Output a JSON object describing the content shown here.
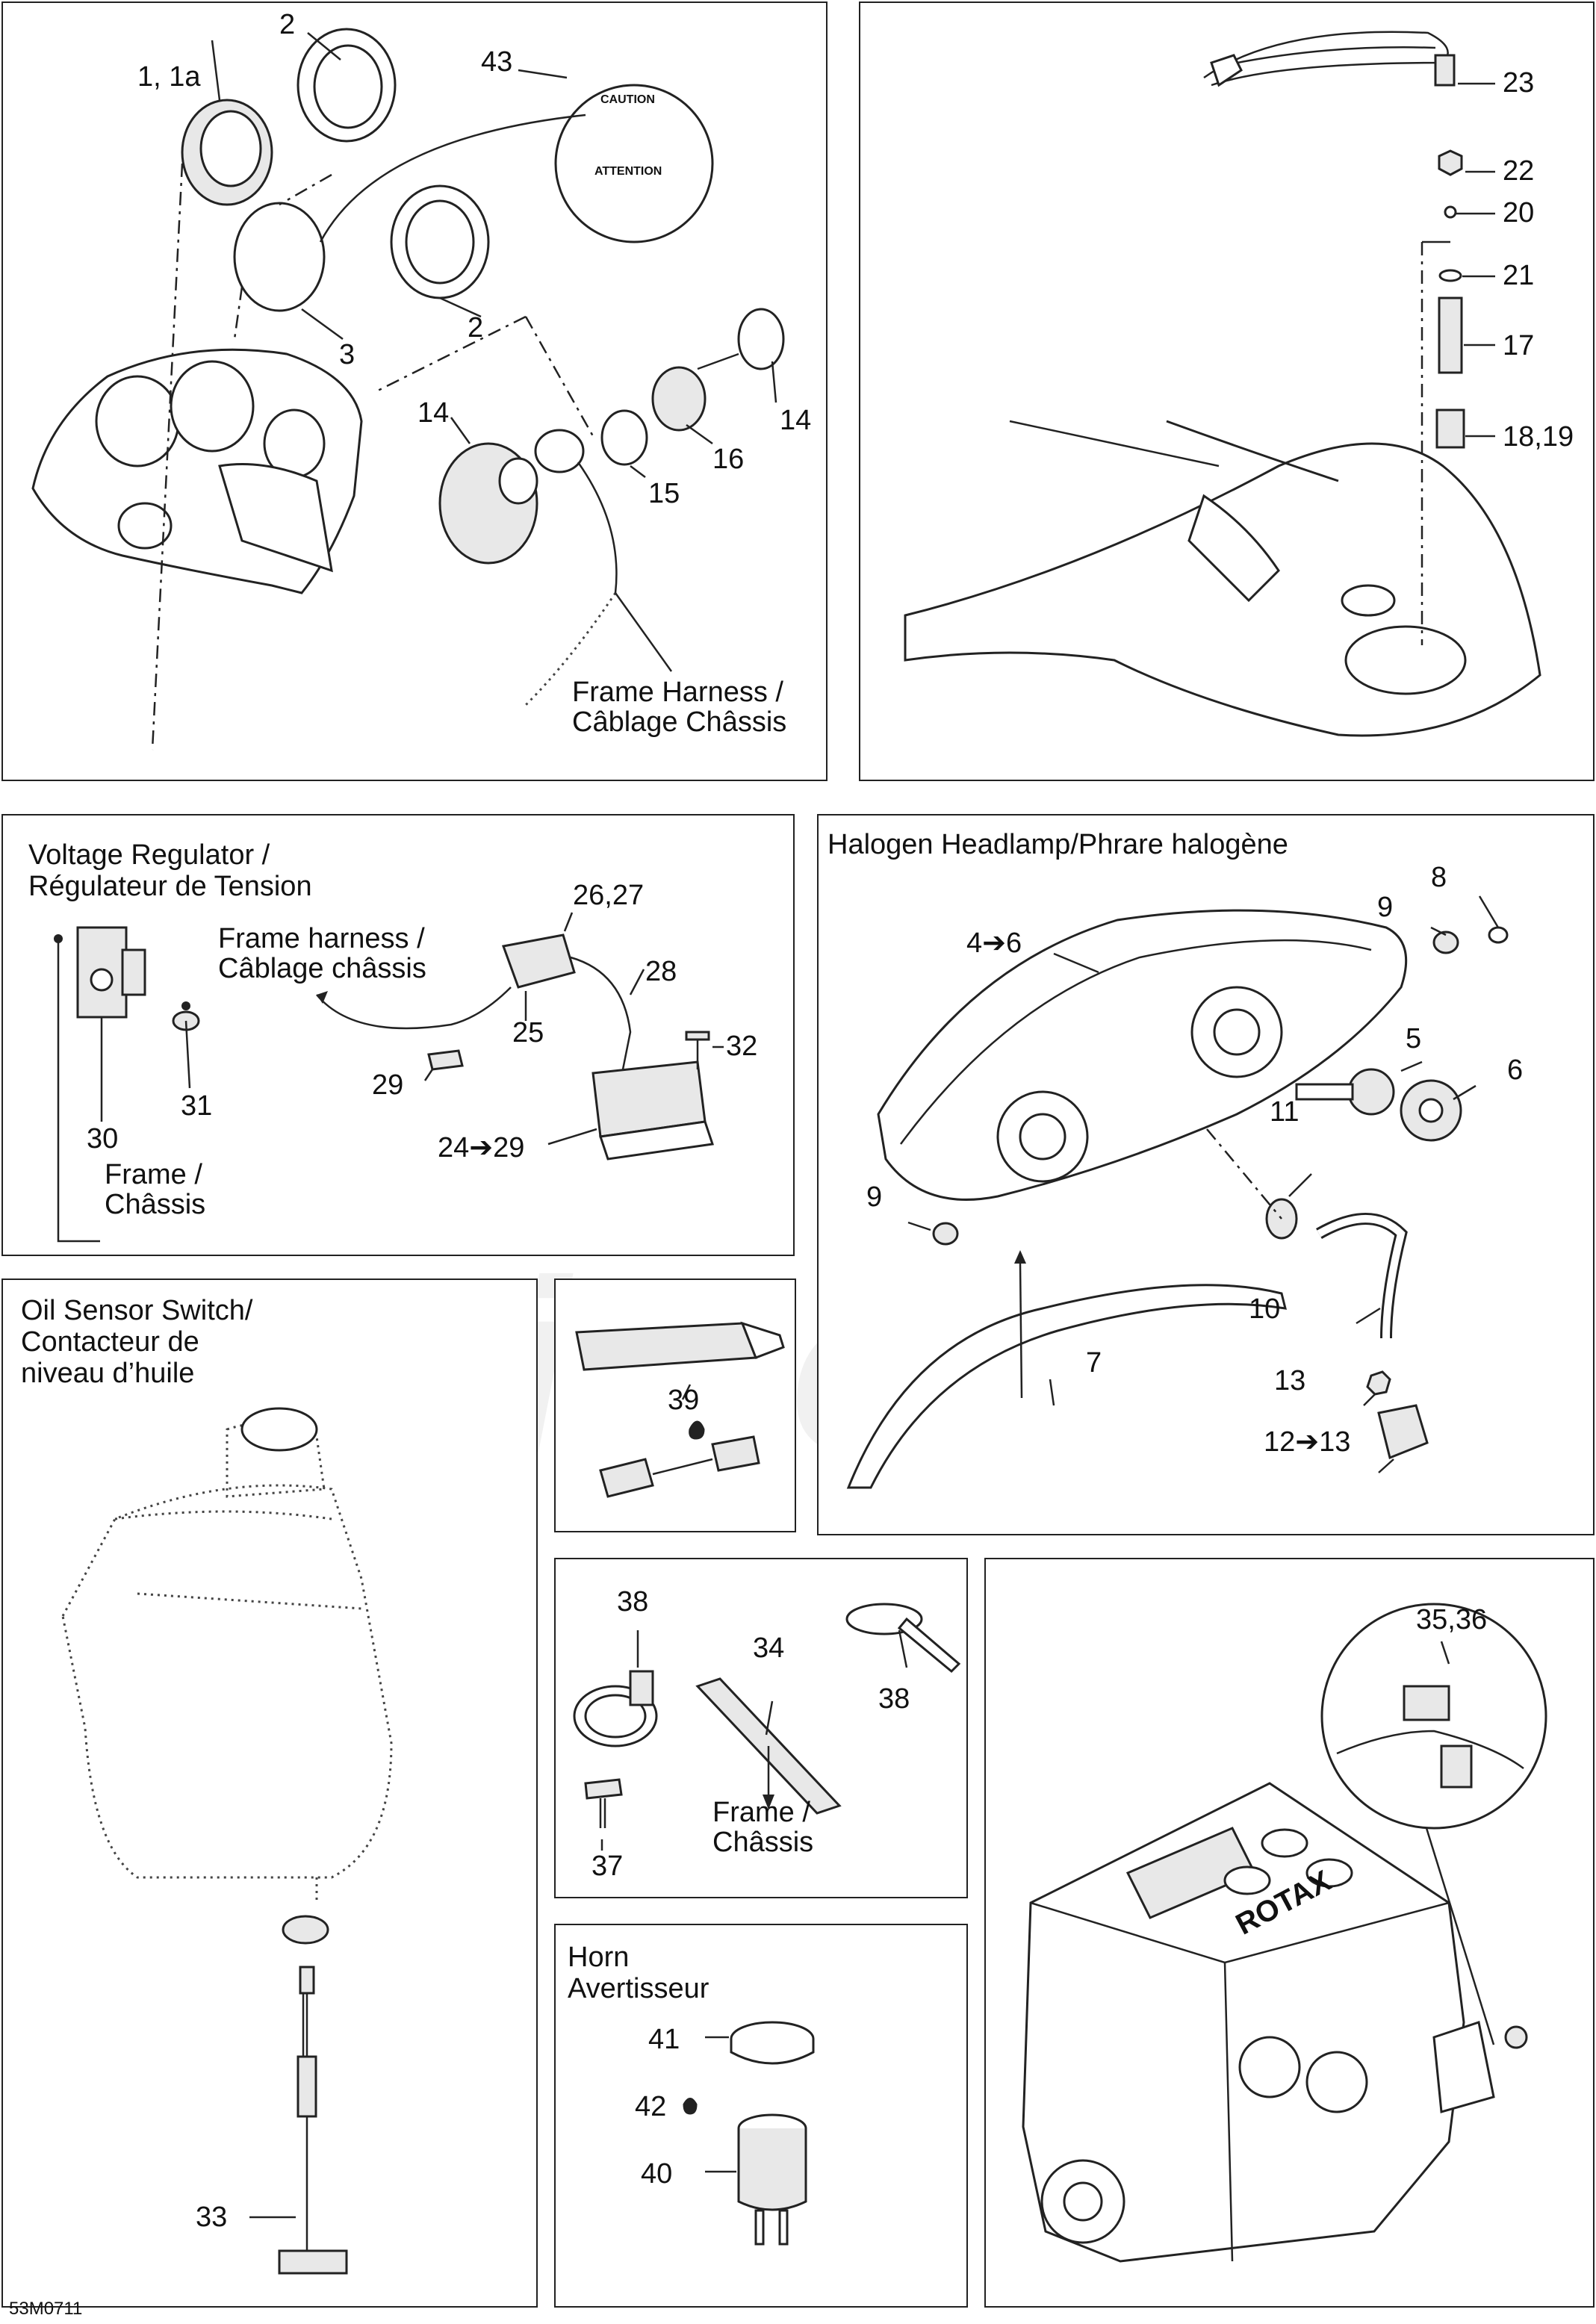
{
  "watermark": "AeriMoto",
  "figure_code": "53M0711",
  "panel_gauges": {
    "labels": {
      "l2a": "2",
      "l1": "1, 1a",
      "l43": "43",
      "l3": "3",
      "l2b": "2",
      "l14a": "14",
      "l14b": "14",
      "l16": "16",
      "l15": "15",
      "harness": "Frame Harness /",
      "harness_fr": "Câblage Châssis"
    },
    "decal": {
      "caution": "CAUTION",
      "attention": "ATTENTION"
    }
  },
  "panel_tether": {
    "labels": {
      "l23": "23",
      "l22": "22",
      "l20": "20",
      "l21": "21",
      "l17": "17",
      "l1819": "18,19"
    }
  },
  "panel_voltage": {
    "title_en": "Voltage Regulator /",
    "title_fr": "Régulateur de Tension",
    "labels": {
      "l2627": "26,27",
      "harness": "Frame harness /",
      "harness_fr": "Câblage châssis",
      "l28": "28",
      "l25": "25",
      "l32": "32",
      "l29": "29",
      "l2429": "24➔29",
      "l30": "30",
      "l31": "31",
      "frame": "Frame /",
      "frame_fr": "Châssis"
    }
  },
  "panel_headlamp": {
    "title": "Halogen Headlamp/Phrare halogène",
    "labels": {
      "l8": "8",
      "l9a": "9",
      "l46": "4➔6",
      "l5": "5",
      "l6": "6",
      "l11": "11",
      "l9b": "9",
      "l10": "10",
      "l7": "7",
      "l13": "13",
      "l1213": "12➔13"
    }
  },
  "panel_oil": {
    "title_1": "Oil Sensor Switch/",
    "title_2": "Contacteur de",
    "title_3": "niveau d’huile",
    "labels": {
      "l33": "33"
    }
  },
  "panel_grease": {
    "labels": {
      "l39": "39"
    }
  },
  "panel_fasteners": {
    "labels": {
      "l38a": "38",
      "l34": "34",
      "l38b": "38",
      "l37": "37",
      "frame": "Frame /",
      "frame_fr": "Châssis"
    }
  },
  "panel_horn": {
    "title_en": "Horn",
    "title_fr": "Avertisseur",
    "labels": {
      "l41": "41",
      "l42": "42",
      "l40": "40"
    }
  },
  "panel_engine": {
    "labels": {
      "l3536": "35,36"
    },
    "brand_text": "ROTAX"
  }
}
